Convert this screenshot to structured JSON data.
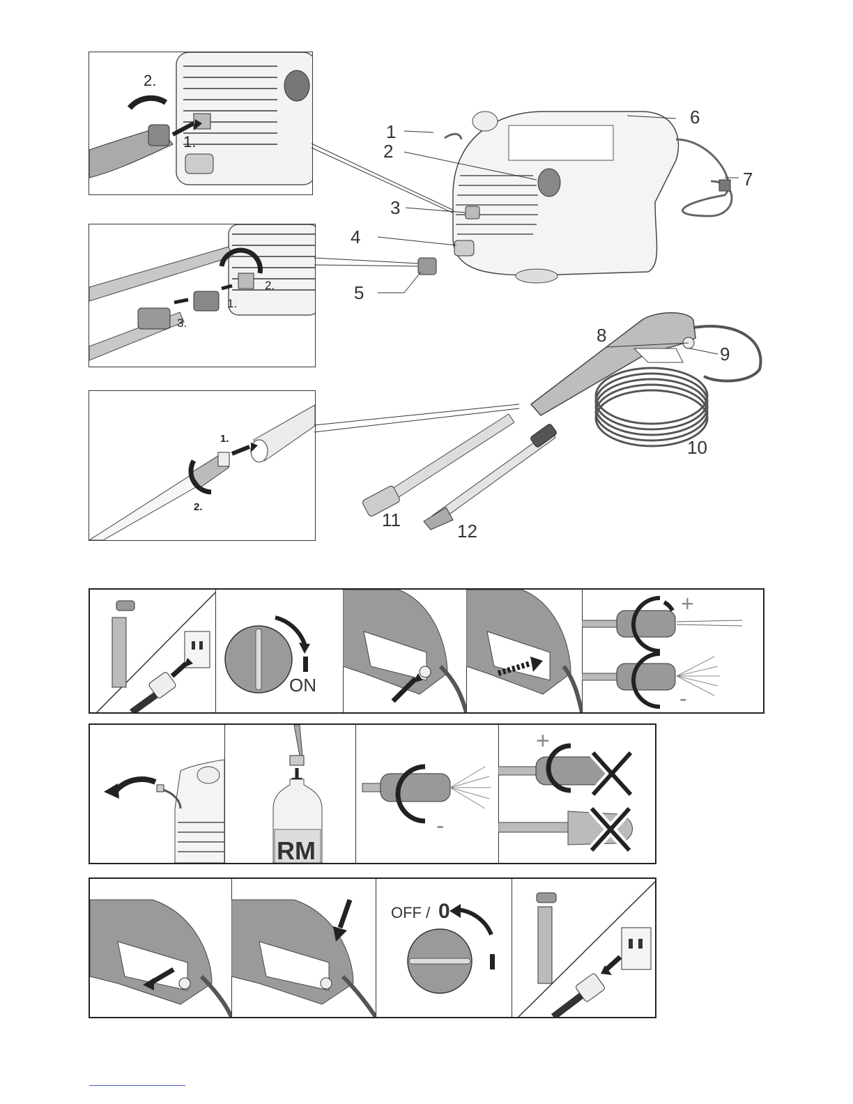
{
  "overview": {
    "part_labels": [
      "1",
      "2",
      "3",
      "4",
      "5",
      "6",
      "7",
      "8",
      "9",
      "10",
      "11",
      "12"
    ]
  },
  "detail_panels": {
    "hose_connect": {
      "steps": [
        "2.",
        "1."
      ]
    },
    "garden_hose": {
      "steps": [
        "2.",
        "1.",
        "3."
      ]
    },
    "lance_fit": {
      "steps": [
        "1.",
        "2."
      ]
    }
  },
  "strip1": {
    "switch_on_label": "ON",
    "switch_position": "I",
    "plus_sign": "+",
    "minus_sign": "-"
  },
  "strip2": {
    "bottle_label": "RM",
    "plus_sign": "+",
    "minus_sign": "-"
  },
  "strip3": {
    "off_label": "OFF /",
    "zero_symbol": "0",
    "switch_position": "I"
  },
  "colors": {
    "gun_grey": "#9a9a9a",
    "outline": "#333333",
    "footer_rule": "#4a5bd0"
  }
}
